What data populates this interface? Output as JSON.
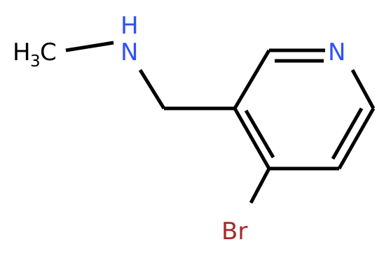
{
  "molecule": {
    "atoms": {
      "methyl": {
        "symbol": "H",
        "subscript": "3",
        "suffix": "C"
      },
      "amine_n": {
        "symbol": "N",
        "hydrogen": "H"
      },
      "ring_n": {
        "symbol": "N"
      },
      "bromine": {
        "symbol": "Br"
      }
    },
    "colors": {
      "bond": "#000000",
      "nitrogen": "#3050f8",
      "bromine": "#a62929",
      "carbon": "#000000"
    }
  }
}
